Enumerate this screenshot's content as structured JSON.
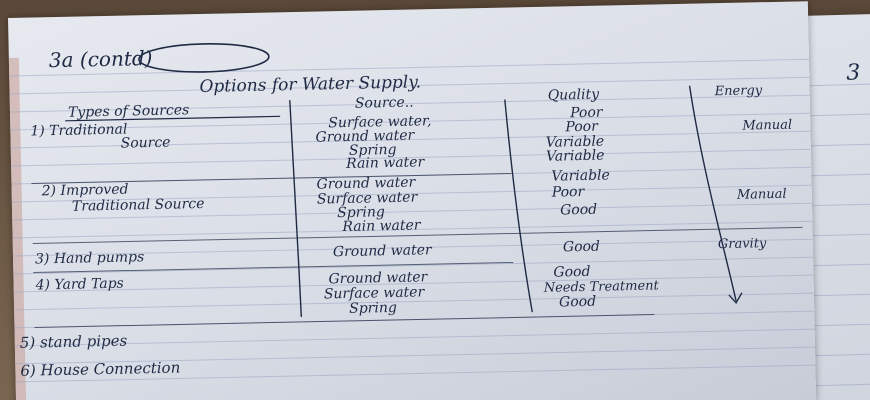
{
  "heading": "3a (contd)",
  "title": "Options for Water Supply.",
  "columns": {
    "types": "Types of Sources",
    "source": "Source..",
    "quality": "Quality",
    "energy": "Energy"
  },
  "rows": [
    {
      "type_lines": [
        "1) Traditional",
        "Source"
      ],
      "sources": [
        "Surface water,",
        "Ground water",
        "Spring",
        "Rain water"
      ],
      "qualities": [
        "Poor",
        "Poor",
        "Variable",
        "Variable"
      ],
      "energy": "Manual"
    },
    {
      "type_lines": [
        "2) Improved",
        "Traditional Source"
      ],
      "sources": [
        "Ground water",
        "Surface water",
        "Spring",
        "Rain water"
      ],
      "qualities": [
        "Variable",
        "Poor",
        "Good"
      ],
      "energy": "Manual"
    },
    {
      "type_lines": [
        "3) Hand pumps"
      ],
      "sources": [
        "Ground water"
      ],
      "qualities": [
        "Good"
      ],
      "energy": "Gravity"
    },
    {
      "type_lines": [
        "4) Yard Taps"
      ],
      "sources": [
        "Ground water",
        "Surface water",
        "Spring"
      ],
      "qualities": [
        "Good",
        "Needs Treatment",
        "Good"
      ],
      "energy": ""
    }
  ],
  "extra_items": [
    "5) stand pipes",
    "6) House Connection"
  ],
  "right_page_mark": "3",
  "colors": {
    "ink": "#1f2a44",
    "paper": "#dfe3ea",
    "rule_line": "#9aa7c4"
  }
}
